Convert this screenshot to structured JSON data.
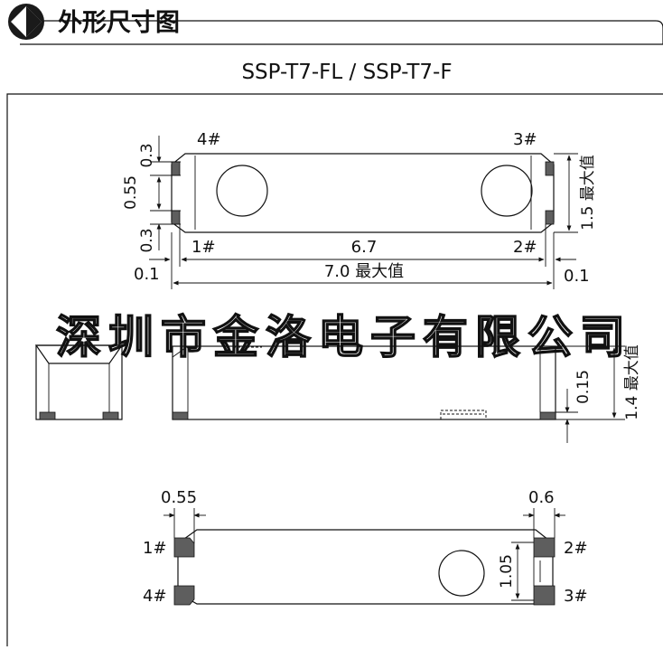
{
  "header": {
    "title": "外形尺寸图",
    "model": "SSP-T7-FL / SSP-T7-F"
  },
  "watermark": "深圳市金洛电子有限公司",
  "top_view": {
    "pin_4": "4#",
    "pin_3": "3#",
    "pin_1": "1#",
    "pin_2": "2#",
    "dim_left_top": "0.3",
    "dim_left_mid": "0.55",
    "dim_left_bottom": "0.3",
    "dim_pad_pitch": "6.7",
    "dim_overall_length": "7.0 最大值",
    "dim_left_offset": "0.1",
    "dim_right_offset": "0.1",
    "dim_height": "1.5 最大值"
  },
  "side_view": {
    "dim_pad_height": "0.15",
    "dim_total_height": "1.4 最大值"
  },
  "bottom_view": {
    "pin_1": "1#",
    "pin_4": "4#",
    "pin_2": "2#",
    "pin_3": "3#",
    "dim_left_pad": "0.55",
    "dim_right_pad": "0.6",
    "dim_pad_span": "1.05"
  },
  "colors": {
    "line": "#111111",
    "pad_fill": "#5e5e5e",
    "background": "#ffffff"
  }
}
